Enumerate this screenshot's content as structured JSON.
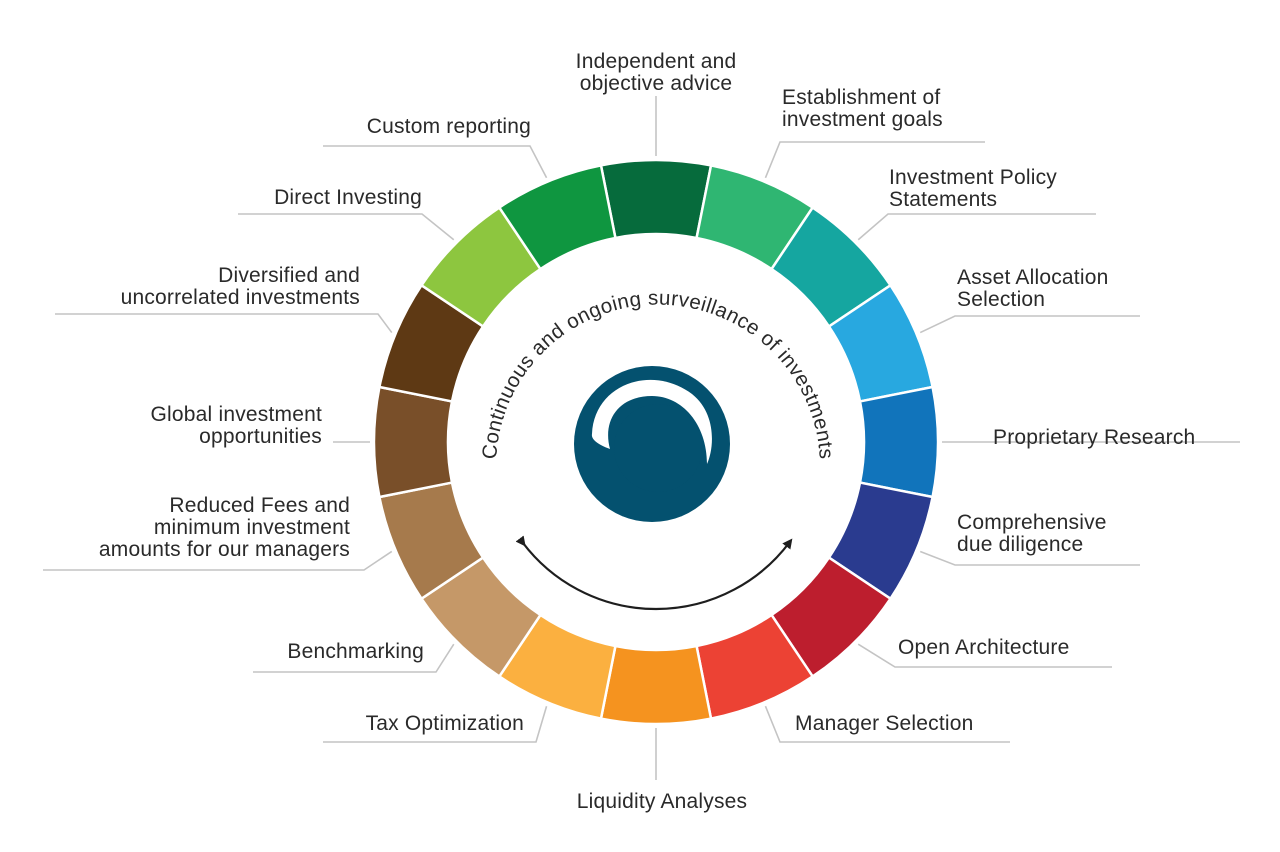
{
  "center_text": "Continuous and ongoing surveillance of investments",
  "colors": {
    "logo": "#04516f",
    "arrow": "#1e1e1e",
    "leader": "#c4c4c4"
  },
  "segments": [
    {
      "label_lines": [
        "Independent and",
        "objective advice"
      ],
      "color": "#066b3c"
    },
    {
      "label_lines": [
        "Establishment of",
        "investment goals"
      ],
      "color": "#2fb672"
    },
    {
      "label_lines": [
        "Investment Policy",
        "Statements"
      ],
      "color": "#15a6a0"
    },
    {
      "label_lines": [
        "Asset Allocation",
        "Selection"
      ],
      "color": "#28a8e0"
    },
    {
      "label_lines": [
        "Proprietary Research"
      ],
      "color": "#1174bb"
    },
    {
      "label_lines": [
        "Comprehensive",
        "due diligence"
      ],
      "color": "#2a3b8f"
    },
    {
      "label_lines": [
        "Open Architecture"
      ],
      "color": "#bd1e2e"
    },
    {
      "label_lines": [
        "Manager Selection"
      ],
      "color": "#ec4234"
    },
    {
      "label_lines": [
        "Liquidity Analyses"
      ],
      "color": "#f5931f"
    },
    {
      "label_lines": [
        "Tax Optimization"
      ],
      "color": "#fbb040"
    },
    {
      "label_lines": [
        "Benchmarking"
      ],
      "color": "#c59868"
    },
    {
      "label_lines": [
        "Reduced Fees and",
        "minimum investment",
        "amounts for our managers"
      ],
      "color": "#a67a4c"
    },
    {
      "label_lines": [
        "Global investment",
        "opportunities"
      ],
      "color": "#794f29"
    },
    {
      "label_lines": [
        "Diversified and",
        "uncorrelated investments"
      ],
      "color": "#5e3914"
    },
    {
      "label_lines": [
        "Direct Investing"
      ],
      "color": "#8dc63f"
    },
    {
      "label_lines": [
        "Custom reporting"
      ],
      "color": "#0f9640"
    }
  ]
}
